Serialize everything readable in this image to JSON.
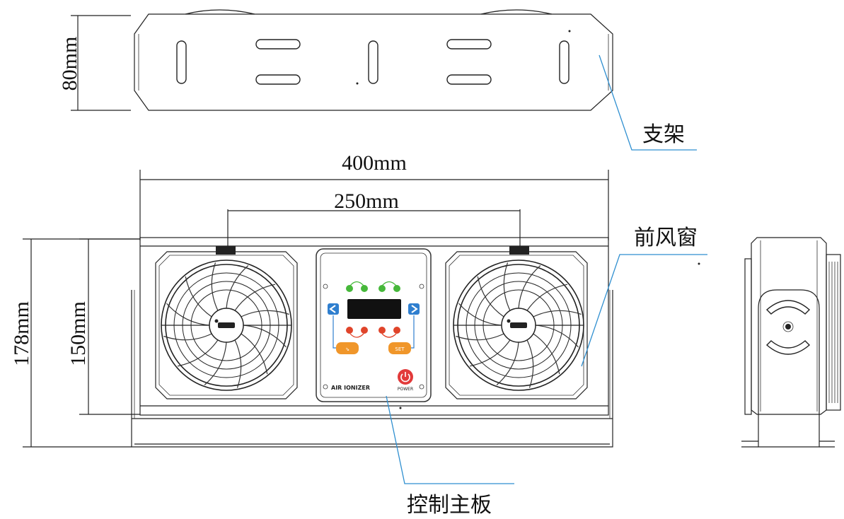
{
  "dimensions": {
    "bracket_height": "80mm",
    "total_width": "400mm",
    "fan_spacing": "250mm",
    "total_height": "178mm",
    "body_height": "150mm"
  },
  "callouts": {
    "bracket": "支架",
    "front_window": "前风窗",
    "control_board": "控制主板"
  },
  "panel": {
    "brand": "AIR IONIZER",
    "power_label": "POWER",
    "left_button": "⇘",
    "right_button": "SET"
  },
  "colors": {
    "leader_line": "#2f8fd0",
    "led_green": "#46b83a",
    "led_red": "#e0442a",
    "button_orange": "#f0962a",
    "arrow_blue": "#2f7fcf",
    "power_red": "#e23a3a"
  }
}
